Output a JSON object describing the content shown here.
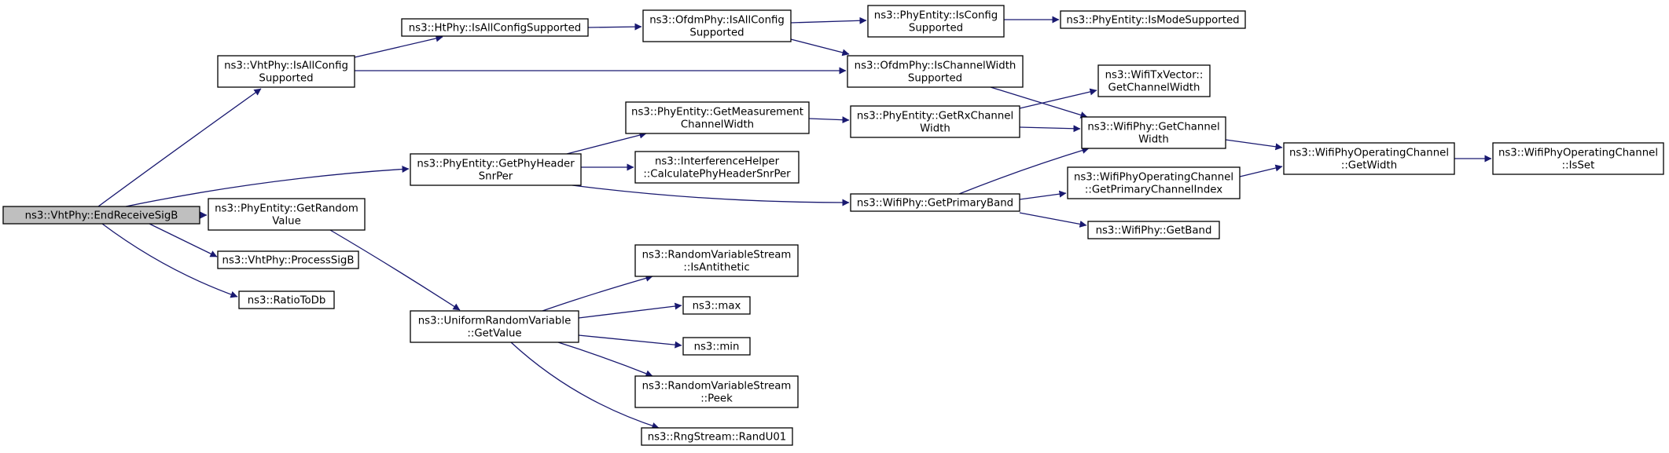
{
  "diagram": {
    "colors": {
      "edge": "#191970",
      "root_fill": "#bfbfbf",
      "node_fill": "#ffffff",
      "border": "#000000"
    },
    "nodes": [
      {
        "id": "root",
        "label": "ns3::VhtPhy::EndReceiveSigB",
        "root": true
      },
      {
        "id": "vht_isallconfig",
        "label": "ns3::VhtPhy::IsAllConfig\nSupported"
      },
      {
        "id": "pe_getphyheader",
        "label": "ns3::PhyEntity::GetPhyHeader\nSnrPer"
      },
      {
        "id": "pe_getrandom",
        "label": "ns3::PhyEntity::GetRandom\nValue"
      },
      {
        "id": "vht_processsigb",
        "label": "ns3::VhtPhy::ProcessSigB"
      },
      {
        "id": "ratiotodb",
        "label": "ns3::RatioToDb"
      },
      {
        "id": "ht_isallconfig",
        "label": "ns3::HtPhy::IsAllConfigSupported"
      },
      {
        "id": "ofdm_isallconfig",
        "label": "ns3::OfdmPhy::IsAllConfig\nSupported"
      },
      {
        "id": "pe_isconfig",
        "label": "ns3::PhyEntity::IsConfig\nSupported"
      },
      {
        "id": "pe_ismode",
        "label": "ns3::PhyEntity::IsModeSupported"
      },
      {
        "id": "ofdm_ischannelwidth",
        "label": "ns3::OfdmPhy::IsChannelWidth\nSupported"
      },
      {
        "id": "pe_getmeasurement",
        "label": "ns3::PhyEntity::GetMeasurement\nChannelWidth"
      },
      {
        "id": "ih_calc",
        "label": "ns3::InterferenceHelper\n::CalculatePhyHeaderSnrPer"
      },
      {
        "id": "pe_getrxchannel",
        "label": "ns3::PhyEntity::GetRxChannel\nWidth"
      },
      {
        "id": "txv_getchannel",
        "label": "ns3::WifiTxVector::\nGetChannelWidth"
      },
      {
        "id": "wp_getchannel",
        "label": "ns3::WifiPhy::GetChannel\nWidth"
      },
      {
        "id": "wp_getprimary",
        "label": "ns3::WifiPhy::GetPrimaryBand"
      },
      {
        "id": "woc_getprimaryidx",
        "label": "ns3::WifiPhyOperatingChannel\n::GetPrimaryChannelIndex"
      },
      {
        "id": "wp_getband",
        "label": "ns3::WifiPhy::GetBand"
      },
      {
        "id": "woc_getwidth",
        "label": "ns3::WifiPhyOperatingChannel\n::GetWidth"
      },
      {
        "id": "woc_isset",
        "label": "ns3::WifiPhyOperatingChannel\n::IsSet"
      },
      {
        "id": "urv_getvalue",
        "label": "ns3::UniformRandomVariable\n::GetValue"
      },
      {
        "id": "rvs_isantithetic",
        "label": "ns3::RandomVariableStream\n::IsAntithetic"
      },
      {
        "id": "max",
        "label": "ns3::max"
      },
      {
        "id": "min",
        "label": "ns3::min"
      },
      {
        "id": "rvs_peek",
        "label": "ns3::RandomVariableStream\n::Peek"
      },
      {
        "id": "rng_randu01",
        "label": "ns3::RngStream::RandU01"
      }
    ],
    "edges": [
      [
        "root",
        "vht_isallconfig"
      ],
      [
        "root",
        "pe_getphyheader"
      ],
      [
        "root",
        "pe_getrandom"
      ],
      [
        "root",
        "vht_processsigb"
      ],
      [
        "root",
        "ratiotodb"
      ],
      [
        "vht_isallconfig",
        "ht_isallconfig"
      ],
      [
        "vht_isallconfig",
        "ofdm_ischannelwidth"
      ],
      [
        "ht_isallconfig",
        "ofdm_isallconfig"
      ],
      [
        "ofdm_isallconfig",
        "pe_isconfig"
      ],
      [
        "ofdm_isallconfig",
        "ofdm_ischannelwidth"
      ],
      [
        "pe_isconfig",
        "pe_ismode"
      ],
      [
        "ofdm_ischannelwidth",
        "wp_getchannel"
      ],
      [
        "pe_getphyheader",
        "pe_getmeasurement"
      ],
      [
        "pe_getphyheader",
        "ih_calc"
      ],
      [
        "pe_getphyheader",
        "wp_getprimary"
      ],
      [
        "pe_getmeasurement",
        "pe_getrxchannel"
      ],
      [
        "pe_getrxchannel",
        "txv_getchannel"
      ],
      [
        "pe_getrxchannel",
        "wp_getchannel"
      ],
      [
        "wp_getprimary",
        "wp_getchannel"
      ],
      [
        "wp_getprimary",
        "woc_getprimaryidx"
      ],
      [
        "wp_getprimary",
        "wp_getband"
      ],
      [
        "wp_getchannel",
        "woc_getwidth"
      ],
      [
        "woc_getprimaryidx",
        "woc_getwidth"
      ],
      [
        "woc_getwidth",
        "woc_isset"
      ],
      [
        "pe_getrandom",
        "urv_getvalue"
      ],
      [
        "urv_getvalue",
        "rvs_isantithetic"
      ],
      [
        "urv_getvalue",
        "max"
      ],
      [
        "urv_getvalue",
        "min"
      ],
      [
        "urv_getvalue",
        "rvs_peek"
      ],
      [
        "urv_getvalue",
        "rng_randu01"
      ]
    ]
  }
}
